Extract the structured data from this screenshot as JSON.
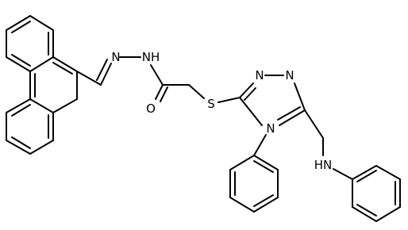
{
  "atoms": [
    {
      "id": "n-imine",
      "label": "N"
    },
    {
      "id": "nh-amide",
      "label": "NH"
    },
    {
      "id": "o-carbonyl",
      "label": "O"
    },
    {
      "id": "s-thioether",
      "label": "S"
    },
    {
      "id": "n-triazole-1",
      "label": "N"
    },
    {
      "id": "n-triazole-2",
      "label": "N"
    },
    {
      "id": "n-triazole-4",
      "label": "N"
    },
    {
      "id": "nh-aniline",
      "label": "HN"
    }
  ],
  "colors": {
    "bond": "#000000",
    "background": "#ffffff"
  }
}
